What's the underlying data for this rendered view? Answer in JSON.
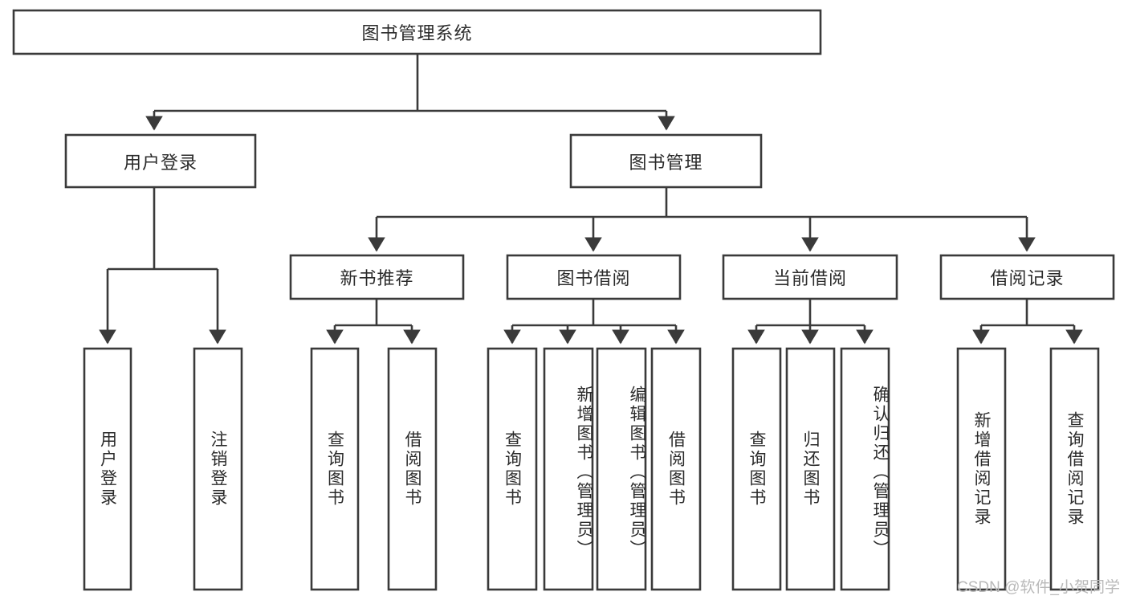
{
  "diagram": {
    "title": "图书管理系统",
    "type": "hierarchy-tree",
    "watermark": "CSDN @软件_小贺同学",
    "colors": {
      "stroke": "#3a3a3a",
      "fill": "#ffffff",
      "text": "#2b2b2b",
      "watermark": "#b9b9b9"
    },
    "levels": {
      "root": {
        "label": "图书管理系统",
        "orientation": "horizontal"
      },
      "level2": [
        {
          "label": "用户登录",
          "orientation": "horizontal"
        },
        {
          "label": "图书管理",
          "orientation": "horizontal"
        }
      ],
      "level3": [
        {
          "label": "新书推荐",
          "orientation": "horizontal",
          "parent": "图书管理"
        },
        {
          "label": "图书借阅",
          "orientation": "horizontal",
          "parent": "图书管理"
        },
        {
          "label": "当前借阅",
          "orientation": "horizontal",
          "parent": "图书管理"
        },
        {
          "label": "借阅记录",
          "orientation": "horizontal",
          "parent": "图书管理"
        }
      ],
      "leaves": [
        {
          "label": "用户登录",
          "orientation": "vertical",
          "parent": "用户登录"
        },
        {
          "label": "注销登录",
          "orientation": "vertical",
          "parent": "用户登录"
        },
        {
          "label": "查询图书",
          "orientation": "vertical",
          "parent": "新书推荐"
        },
        {
          "label": "借阅图书",
          "orientation": "vertical",
          "parent": "新书推荐"
        },
        {
          "label": "查询图书",
          "orientation": "vertical",
          "parent": "图书借阅"
        },
        {
          "label": "新增图书（管理员）",
          "orientation": "vertical",
          "parent": "图书借阅"
        },
        {
          "label": "编辑图书（管理员）",
          "orientation": "vertical",
          "parent": "图书借阅"
        },
        {
          "label": "借阅图书",
          "orientation": "vertical",
          "parent": "图书借阅"
        },
        {
          "label": "查询图书",
          "orientation": "vertical",
          "parent": "当前借阅"
        },
        {
          "label": "归还图书",
          "orientation": "vertical",
          "parent": "当前借阅"
        },
        {
          "label": "确认归还（管理员）",
          "orientation": "vertical",
          "parent": "当前借阅"
        },
        {
          "label": "新增借阅记录",
          "orientation": "vertical",
          "parent": "借阅记录"
        },
        {
          "label": "查询借阅记录",
          "orientation": "vertical",
          "parent": "借阅记录"
        }
      ]
    }
  }
}
